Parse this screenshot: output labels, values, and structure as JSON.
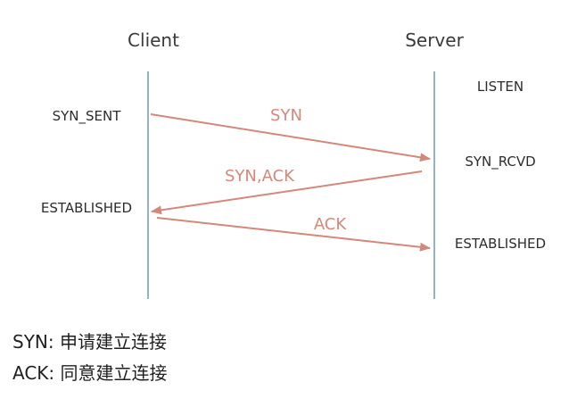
{
  "actors": {
    "client": "Client",
    "server": "Server"
  },
  "states": {
    "server_listen": "LISTEN",
    "client_syn_sent": "SYN_SENT",
    "server_syn_rcvd": "SYN_RCVD",
    "client_established": "ESTABLISHED",
    "server_established": "ESTABLISHED"
  },
  "messages": [
    {
      "label": "SYN",
      "from": "Client",
      "to": "Server"
    },
    {
      "label": "SYN,ACK",
      "from": "Server",
      "to": "Client"
    },
    {
      "label": "ACK",
      "from": "Client",
      "to": "Server"
    }
  ],
  "legend": {
    "syn": "SYN: 申请建立连接",
    "ack": "ACK: 同意建立连接"
  },
  "colors": {
    "lifeline": "#8fb4c4",
    "arrow": "#d4887a",
    "text": "#2c2c2c"
  }
}
